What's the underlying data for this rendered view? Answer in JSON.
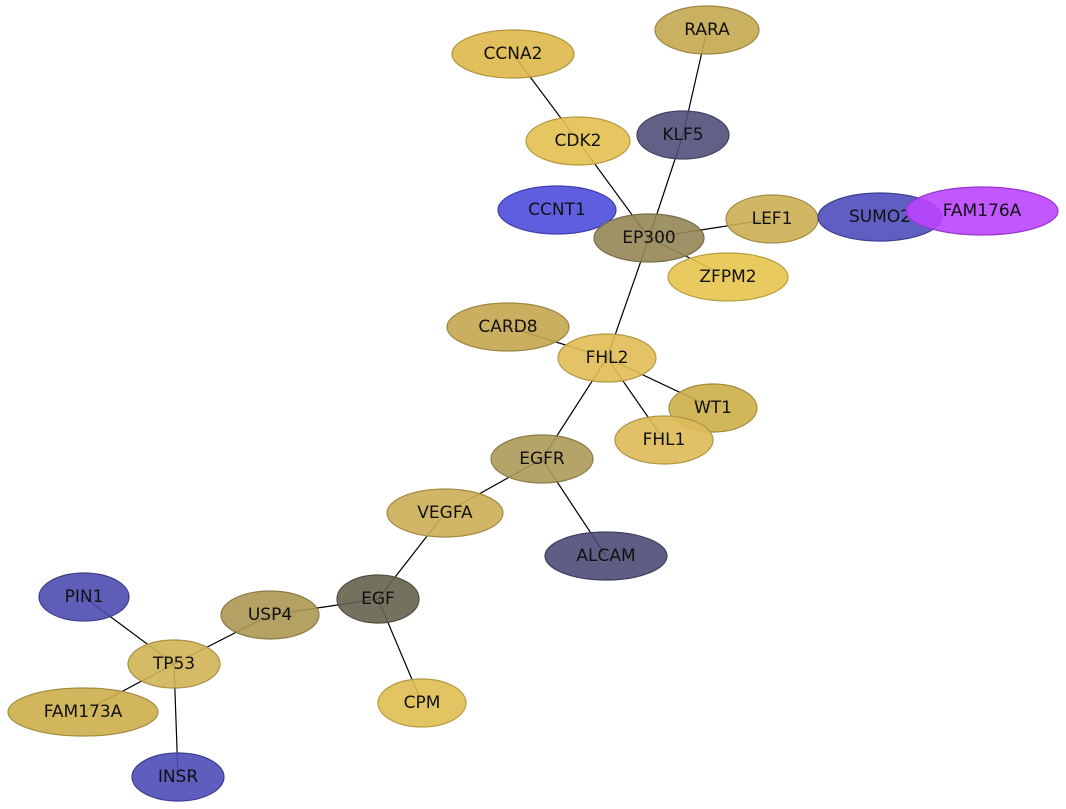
{
  "nodes": [
    {
      "id": "RARA",
      "label": "RARA",
      "color": "#C4A850"
    },
    {
      "id": "CCNA2",
      "label": "CCNA2",
      "color": "#DDB84A"
    },
    {
      "id": "KLF5",
      "label": "KLF5",
      "color": "#50507A"
    },
    {
      "id": "CDK2",
      "label": "CDK2",
      "color": "#E3C050"
    },
    {
      "id": "CCNT1",
      "label": "CCNT1",
      "color": "#4C4CDC"
    },
    {
      "id": "LEF1",
      "label": "LEF1",
      "color": "#CCAE52"
    },
    {
      "id": "SUMO2",
      "label": "SUMO2",
      "color": "#4C4CBC"
    },
    {
      "id": "FAM176A",
      "label": "FAM176A",
      "color": "#BB44FF"
    },
    {
      "id": "EP300",
      "label": "EP300",
      "color": "#968656"
    },
    {
      "id": "ZFPM2",
      "label": "ZFPM2",
      "color": "#E6C44C"
    },
    {
      "id": "CARD8",
      "label": "CARD8",
      "color": "#C4A650"
    },
    {
      "id": "FHL2",
      "label": "FHL2",
      "color": "#E1BC56"
    },
    {
      "id": "WT1",
      "label": "WT1",
      "color": "#CCAE48"
    },
    {
      "id": "FHL1",
      "label": "FHL1",
      "color": "#DDBA56"
    },
    {
      "id": "EGFR",
      "label": "EGFR",
      "color": "#AC9A56"
    },
    {
      "id": "VEGFA",
      "label": "VEGFA",
      "color": "#CCAE56"
    },
    {
      "id": "ALCAM",
      "label": "ALCAM",
      "color": "#4C4C78"
    },
    {
      "id": "PIN1",
      "label": "PIN1",
      "color": "#4C4CB0"
    },
    {
      "id": "USP4",
      "label": "USP4",
      "color": "#AC9854"
    },
    {
      "id": "EGF",
      "label": "EGF",
      "color": "#66624E"
    },
    {
      "id": "TP53",
      "label": "TP53",
      "color": "#D2B456"
    },
    {
      "id": "FAM173A",
      "label": "FAM173A",
      "color": "#CCAE4C"
    },
    {
      "id": "CPM",
      "label": "CPM",
      "color": "#DFBE52"
    },
    {
      "id": "INSR",
      "label": "INSR",
      "color": "#4C4CB8"
    }
  ],
  "edges": [
    [
      "CCNA2",
      "CDK2"
    ],
    [
      "RARA",
      "KLF5"
    ],
    [
      "CDK2",
      "EP300"
    ],
    [
      "KLF5",
      "EP300"
    ],
    [
      "EP300",
      "LEF1"
    ],
    [
      "EP300",
      "ZFPM2"
    ],
    [
      "EP300",
      "FHL2"
    ],
    [
      "CARD8",
      "FHL2"
    ],
    [
      "FHL2",
      "WT1"
    ],
    [
      "FHL2",
      "FHL1"
    ],
    [
      "FHL2",
      "EGFR"
    ],
    [
      "EGFR",
      "VEGFA"
    ],
    [
      "EGFR",
      "ALCAM"
    ],
    [
      "VEGFA",
      "EGF"
    ],
    [
      "EGF",
      "USP4"
    ],
    [
      "EGF",
      "CPM"
    ],
    [
      "USP4",
      "TP53"
    ],
    [
      "PIN1",
      "TP53"
    ],
    [
      "TP53",
      "FAM173A"
    ],
    [
      "TP53",
      "INSR"
    ]
  ]
}
